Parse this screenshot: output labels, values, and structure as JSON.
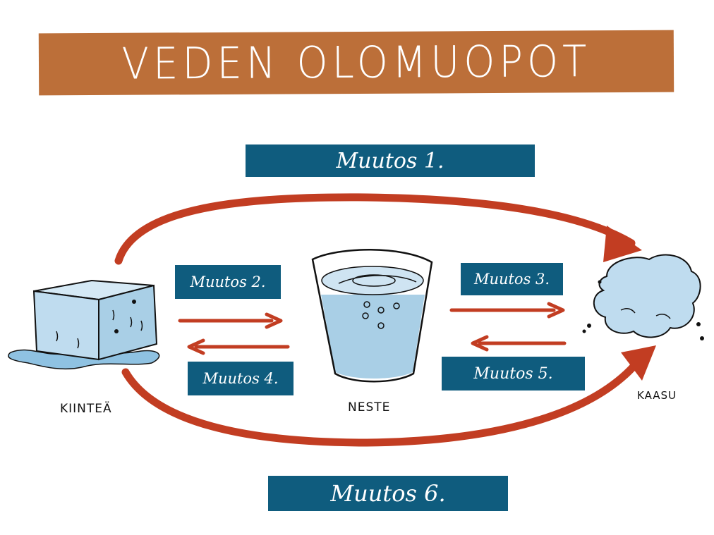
{
  "title": "VEDEN OLOMUOPOT",
  "changes": {
    "c1": "Muutos 1.",
    "c2": "Muutos 2.",
    "c3": "Muutos 3.",
    "c4": "Muutos 4.",
    "c5": "Muutos 5.",
    "c6": "Muutos 6."
  },
  "states": {
    "solid": "KIINTEÄ",
    "liquid": "NESTE",
    "gas": "KAASU"
  },
  "colors": {
    "banner": "#bc6f39",
    "label_box": "#0f5c7e",
    "arrow": "#c23d22",
    "ice": "#bfdcef",
    "water": "#a9cfe6"
  }
}
